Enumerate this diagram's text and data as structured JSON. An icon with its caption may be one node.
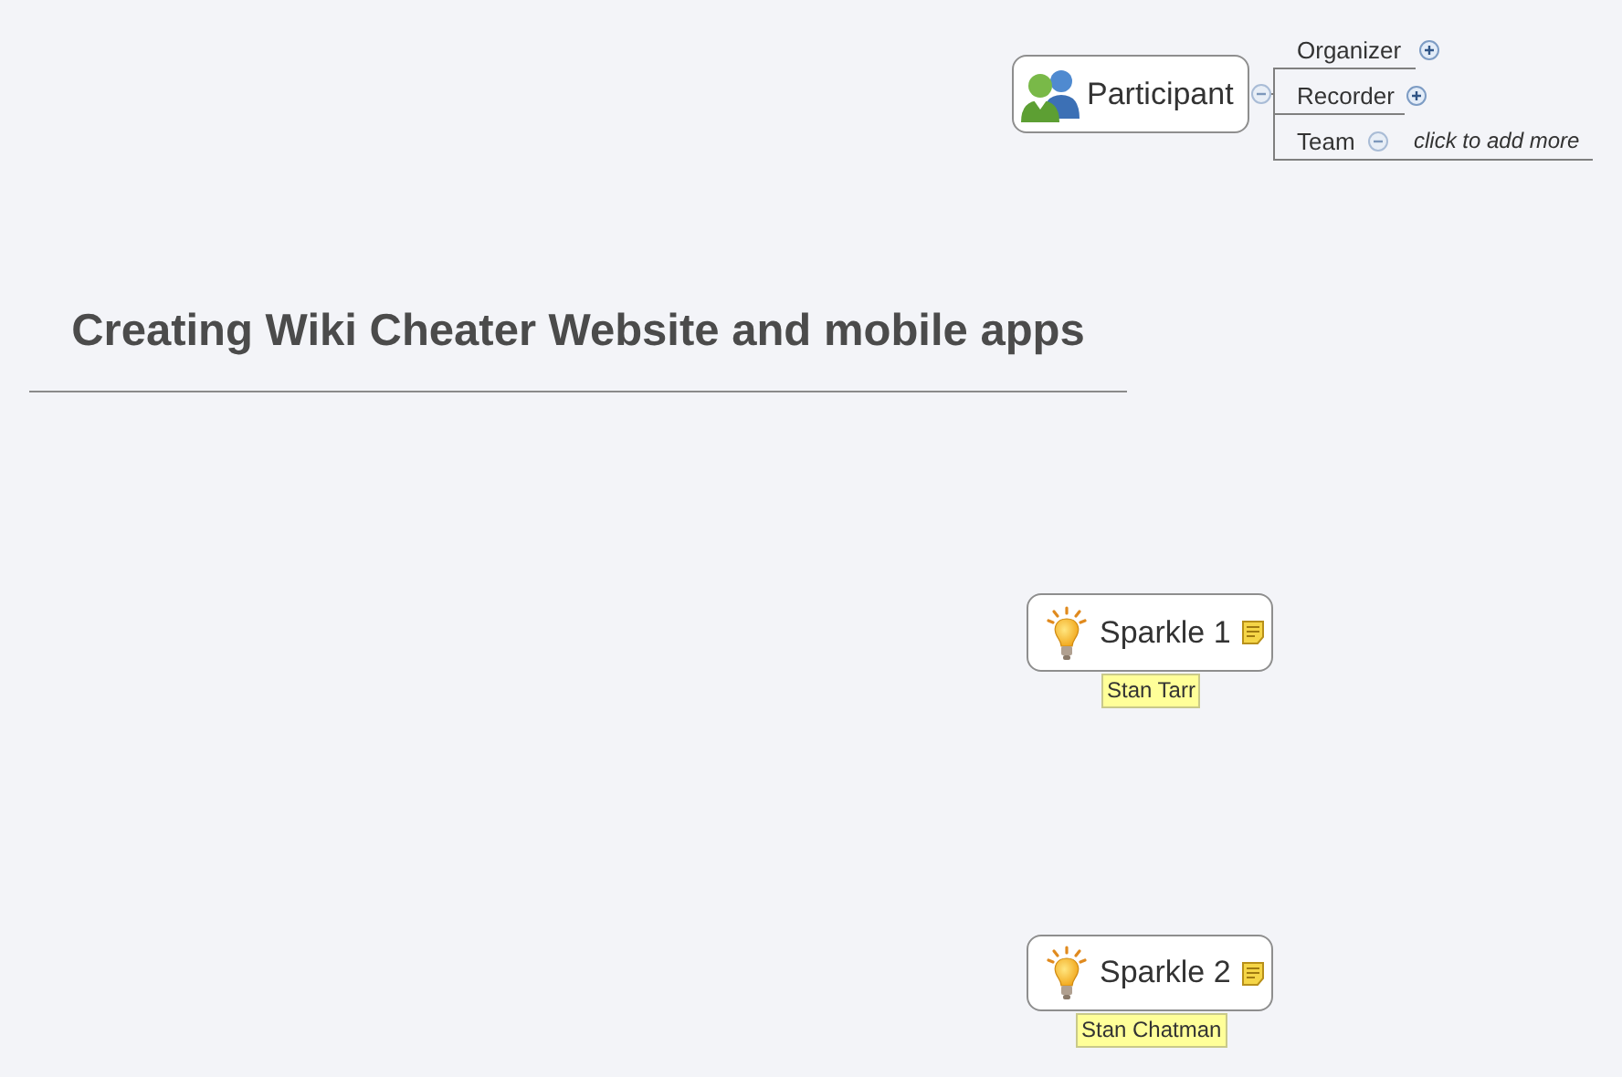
{
  "diagram": {
    "title": "Creating Wiki Cheater Website and mobile apps",
    "nodes": [
      {
        "text": [
          "Participant"
        ]
      },
      {
        "text": [
          "Organizer"
        ]
      },
      {
        "text": [
          "Recorder"
        ]
      },
      {
        "text": [
          "Team"
        ]
      },
      {
        "text": [
          "click to add more"
        ]
      },
      {
        "text": [
          "Sparkle 1"
        ],
        "beside": [
          "Stan Tarr"
        ]
      },
      {
        "text": [
          "Sparkle 2"
        ],
        "beside": [
          "Stan Chatman"
        ]
      }
    ],
    "edges": [
      {
        "from": 0,
        "to": 1,
        "arrow": "none"
      },
      {
        "from": 0,
        "to": 2,
        "arrow": "none"
      },
      {
        "from": 0,
        "to": 3,
        "arrow": "none"
      },
      {
        "from": 3,
        "to": 4,
        "arrow": "none"
      }
    ]
  }
}
